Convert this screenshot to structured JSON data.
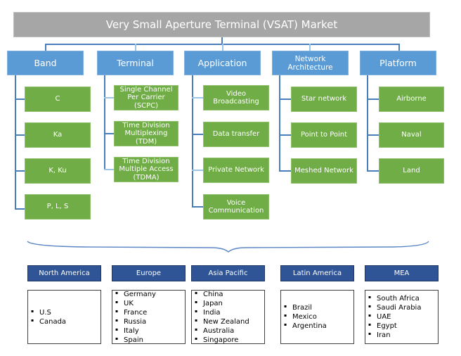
{
  "title": "Very Small Aperture Terminal (VSAT) Market",
  "colors": {
    "title": "#a6a6a6",
    "category": "#5b9bd5",
    "leaf": "#70ad47",
    "region": "#2f5597",
    "connector": "#4a7ebb"
  },
  "categories": [
    {
      "label": "Band",
      "items": [
        "C",
        "Ka",
        "K, Ku",
        "P, L, S"
      ]
    },
    {
      "label": "Terminal",
      "items": [
        "Single Channel Per Carrier (SCPC)",
        "Time Division Multiplexing (TDM)",
        "Time Division Multiple Access (TDMA)"
      ]
    },
    {
      "label": "Application",
      "items": [
        "Video Broadcasting",
        "Data transfer",
        "Private Network",
        "Voice Communication"
      ]
    },
    {
      "label": "Network Architecture",
      "items": [
        "Star network",
        "Point to Point",
        "Meshed Network"
      ]
    },
    {
      "label": "Platform",
      "items": [
        "Airborne",
        "Naval",
        "Land"
      ]
    }
  ],
  "regions": [
    {
      "label": "North America",
      "countries": [
        "U.S",
        "Canada"
      ]
    },
    {
      "label": "Europe",
      "countries": [
        "Germany",
        "UK",
        "France",
        "Russia",
        "Italy",
        "Spain"
      ]
    },
    {
      "label": "Asia Pacific",
      "countries": [
        "China",
        "Japan",
        "India",
        "New Zealand",
        "Australia",
        "Singapore"
      ]
    },
    {
      "label": "Latin America",
      "countries": [
        "Brazil",
        "Mexico",
        "Argentina"
      ]
    },
    {
      "label": "MEA",
      "countries": [
        "South Africa",
        "Saudi Arabia",
        "UAE",
        "Egypt",
        "Iran"
      ]
    }
  ]
}
